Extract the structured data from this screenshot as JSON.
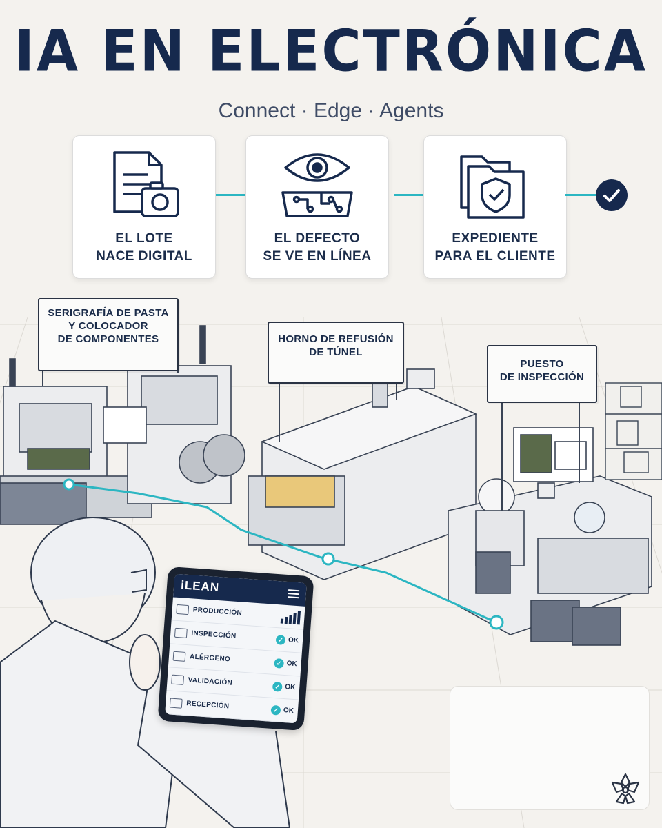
{
  "header": {
    "title": "IA EN ELECTRÓNICA",
    "subtitle": "Connect · Edge · Agents"
  },
  "steps": [
    {
      "icon": "document-camera-icon",
      "line1": "EL LOTE",
      "line2": "NACE DIGITAL"
    },
    {
      "icon": "eye-circuit-icon",
      "line1": "EL DEFECTO",
      "line2": "SE VE EN LÍNEA"
    },
    {
      "icon": "folder-shield-icon",
      "line1": "EXPEDIENTE",
      "line2": "PARA EL CLIENTE"
    }
  ],
  "stations": [
    {
      "lines": [
        "SERIGRAFÍA DE PASTA",
        "Y COLOCADOR",
        "DE COMPONENTES"
      ]
    },
    {
      "lines": [
        "HORNO DE REFUSIÓN",
        "DE TÚNEL"
      ]
    },
    {
      "lines": [
        "PUESTO",
        "DE INSPECCIÓN"
      ]
    }
  ],
  "tablet": {
    "brand": "iLEAN",
    "rows": [
      {
        "label": "PRODUCCIÓN",
        "status": "",
        "icon": "factory-icon"
      },
      {
        "label": "INSPECCIÓN",
        "status": "OK",
        "icon": "shield-icon"
      },
      {
        "label": "ALÉRGENO",
        "status": "OK",
        "icon": "allergen-icon"
      },
      {
        "label": "VALIDACIÓN",
        "status": "OK",
        "icon": "validation-icon"
      },
      {
        "label": "RECEPCIÓN",
        "status": "OK",
        "icon": "truck-icon"
      }
    ],
    "production_bars": [
      0.35,
      0.5,
      0.65,
      0.8,
      1.0
    ]
  },
  "colors": {
    "navy": "#16294d",
    "teal": "#2cb6c2",
    "background": "#f4f2ee"
  }
}
